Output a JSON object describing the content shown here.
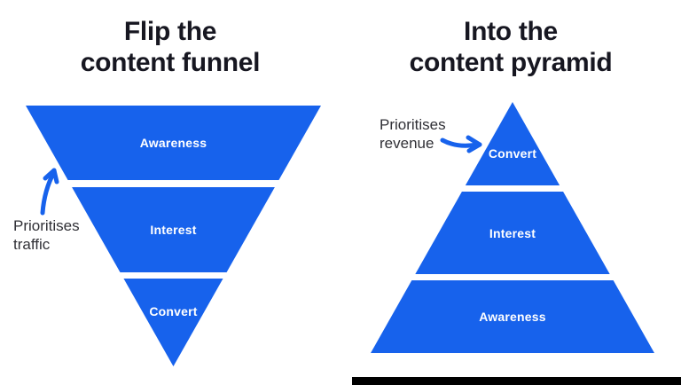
{
  "colors": {
    "blue": "#1762EC",
    "title": "#171721",
    "annotation": "#303036",
    "layer_label": "#FFFFFF",
    "bottom_bar": "#000000"
  },
  "left_diagram": {
    "title_line1": "Flip the",
    "title_line2": "content funnel",
    "annotation_line1": "Prioritises",
    "annotation_line2": "traffic",
    "shape": "inverted-funnel",
    "layers": [
      {
        "label": "Awareness"
      },
      {
        "label": "Interest"
      },
      {
        "label": "Convert"
      }
    ]
  },
  "right_diagram": {
    "title_line1": "Into the",
    "title_line2": "content pyramid",
    "annotation_line1": "Prioritises",
    "annotation_line2": "revenue",
    "shape": "pyramid",
    "layers": [
      {
        "label": "Convert"
      },
      {
        "label": "Interest"
      },
      {
        "label": "Awareness"
      }
    ]
  }
}
